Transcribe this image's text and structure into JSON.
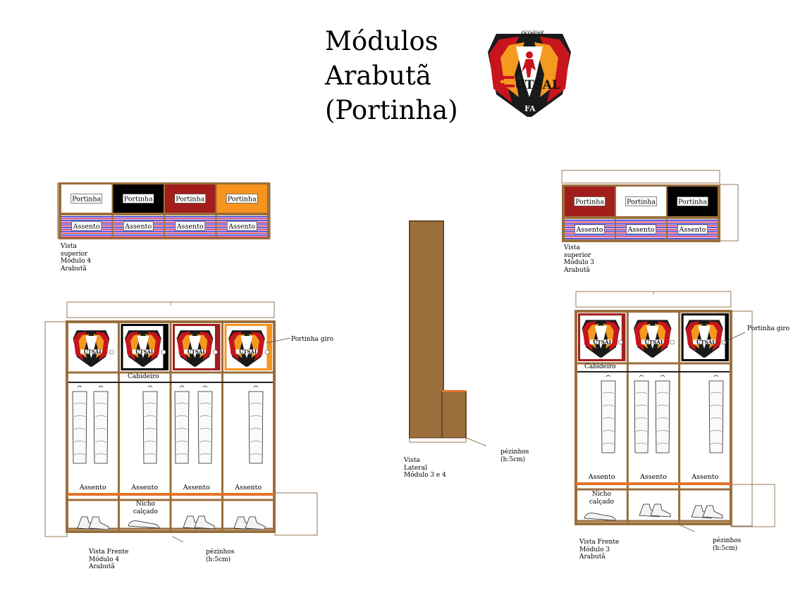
{
  "title": {
    "line1": "Módulos",
    "line2": "Arabutã",
    "line3": "(Portinha)"
  },
  "logo": {
    "top_text": "MUNICÍPIO DE",
    "town_text": "ARABUTÃ",
    "main_text": "UTSAL",
    "badge_text": "FA"
  },
  "module4": {
    "top_view": {
      "doors": [
        "Portinha",
        "Portinha",
        "Portinha",
        "Portinha"
      ],
      "seats": [
        "Assento",
        "Assento",
        "Assento",
        "Assento"
      ],
      "door_colors": [
        "#ffffff",
        "#000000",
        "#a31d1d",
        "#f7941d"
      ],
      "caption": "Vista\nsuperior\nMódulo 4\nArabutã"
    },
    "front_view": {
      "door_label": "Portinha giro",
      "hanger_label": "Cabideiro",
      "seats": [
        "Assento",
        "Assento",
        "Assento",
        "Assento"
      ],
      "niche_label": "Nicho\ncalçado",
      "feet_label": "pézinhos\n(h:5cm)",
      "caption": "Vista Frente\nMódulo 4\nArabutã"
    }
  },
  "module3": {
    "top_view": {
      "doors": [
        "Portinha",
        "Portinha",
        "Portinha"
      ],
      "seats": [
        "Assento",
        "Assento",
        "Assento"
      ],
      "door_colors": [
        "#a31d1d",
        "#ffffff",
        "#000000"
      ],
      "caption": "Vista\nsuperior\nMódulo 3\nArabutã"
    },
    "front_view": {
      "door_label": "Portinha giro",
      "hanger_label": "Cabideiro",
      "seats": [
        "Assento",
        "Assento",
        "Assento"
      ],
      "niche_label": "Nicho\ncalçado",
      "feet_label": "pézinhos\n(h:5cm)",
      "caption": "Vista Frente\nMódulo 3\nArabutã"
    }
  },
  "side_view": {
    "caption": "Vista\nLateral\nMódulo 3 e 4",
    "feet_label": "pézinhos\n(h:5cm)"
  },
  "colors": {
    "wood": "#9a6f3c",
    "wood_dark": "#6b4a22",
    "seat_orange": "#e4732a",
    "stripe_blue": "#2a2fd6",
    "stripe_red": "#d8325a",
    "logo_red": "#c8141c",
    "logo_orange": "#f39a1f"
  }
}
